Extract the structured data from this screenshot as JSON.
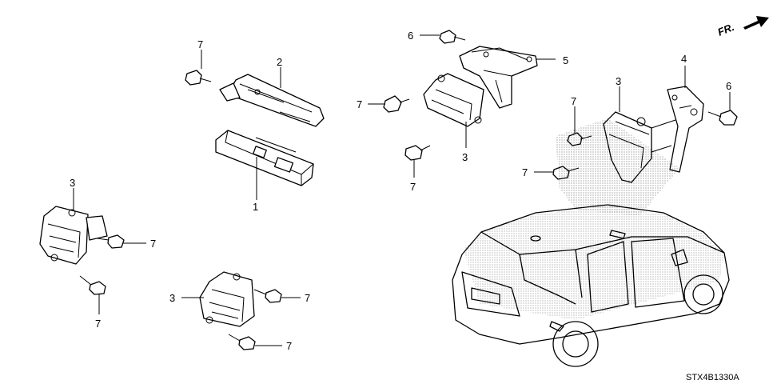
{
  "diagram": {
    "callouts": [
      {
        "id": "c7a",
        "text": "7"
      },
      {
        "id": "c2",
        "text": "2"
      },
      {
        "id": "c1",
        "text": "1"
      },
      {
        "id": "c6a",
        "text": "6"
      },
      {
        "id": "c5",
        "text": "5"
      },
      {
        "id": "c7b",
        "text": "7"
      },
      {
        "id": "c3a",
        "text": "3"
      },
      {
        "id": "c7c",
        "text": "7"
      },
      {
        "id": "c4",
        "text": "4"
      },
      {
        "id": "c6b",
        "text": "6"
      },
      {
        "id": "c3b",
        "text": "3"
      },
      {
        "id": "c7d",
        "text": "7"
      },
      {
        "id": "c7e",
        "text": "7"
      },
      {
        "id": "c3c",
        "text": "3"
      },
      {
        "id": "c7f",
        "text": "7"
      },
      {
        "id": "c7g",
        "text": "7"
      },
      {
        "id": "c3d",
        "text": "3"
      },
      {
        "id": "c7h",
        "text": "7"
      },
      {
        "id": "c7i",
        "text": "7"
      }
    ],
    "front_label": "FR.",
    "diagram_code": "STX4B1330A"
  }
}
